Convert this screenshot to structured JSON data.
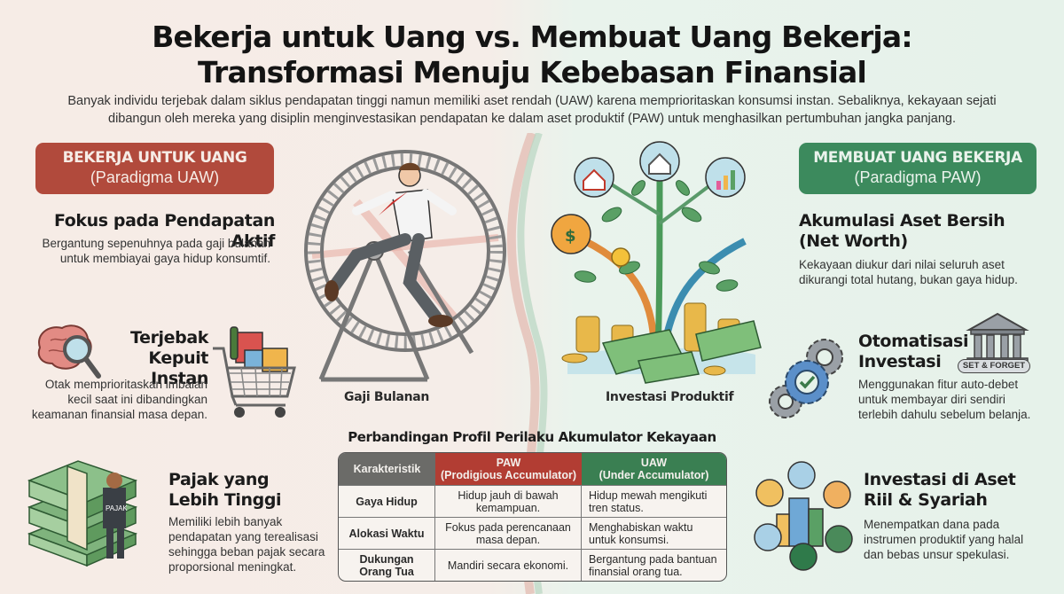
{
  "header": {
    "title_line1": "Bekerja untuk Uang vs. Membuat Uang Bekerja:",
    "title_line2": "Transformasi Menuju Kebebasan Finansial",
    "subtitle_line1": "Banyak individu terjebak dalam siklus pendapatan tinggi namun memiliki aset rendah (UAW) karena memprioritaskan konsumsi instan. Sebaliknya, kekayaan sejati",
    "subtitle_line2": "dibangun oleh mereka yang disiplin menginvestasikan pendapatan ke dalam aset produktif (PAW) untuk menghasilkan pertumbuhan jangka panjang."
  },
  "colors": {
    "uaw_red": "#b14a3c",
    "paw_green": "#3c8a5d",
    "table_grey": "#6b6b68"
  },
  "left": {
    "badge": {
      "title": "BEKERJA UNTUK UANG",
      "subtitle": "(Paradigma UAW)"
    },
    "items": [
      {
        "heading": "Fokus pada Pendapatan Aktif",
        "lines": [
          "Bergantung sepenuhnya pada gaji bulanan",
          "untuk membiayai gaya hidup konsumtif."
        ],
        "icon": "none"
      },
      {
        "heading_line1": "Terjebak",
        "heading_line2": "Kepuit Instan",
        "lines": [
          "Otak memprioritaskan imbalan",
          "kecil saat ini dibandingkan",
          "keamanan finansial masa depan."
        ],
        "icon": "brain-magnifier-icon",
        "icon2": "shopping-cart-icon"
      },
      {
        "heading_line1": "Pajak yang",
        "heading_line2": "Lebih Tinggi",
        "lines": [
          "Memiliki lebih banyak",
          "pendapatan yang terealisasi",
          "sehingga beban pajak secara",
          "proporsional meningkat."
        ],
        "icon": "money-stack-tax-icon",
        "tax_label": "PAJAK"
      }
    ]
  },
  "center": {
    "wheel_caption": "Gaji Bulanan",
    "tree_caption": "Investasi Produktif"
  },
  "right": {
    "badge": {
      "title": "MEMBUAT UANG BEKERJA",
      "subtitle": "(Paradigma PAW)"
    },
    "items": [
      {
        "heading_line1": "Akumulasi Aset Bersih",
        "heading_line2": "(Net Worth)",
        "lines": [
          "Kekayaan diukur dari nilai seluruh aset",
          "dikurangi total hutang, bukan gaya hidup."
        ]
      },
      {
        "heading_line1": "Otomatisasi",
        "heading_line2": "Investasi",
        "lines": [
          "Menggunakan fitur auto-debet",
          "untuk membayar diri sendiri",
          "terlebih dahulu sebelum belanja."
        ],
        "icon": "gears-check-icon",
        "icon2": "bank-icon",
        "tag": "SET & FORGET"
      },
      {
        "heading_line1": "Investasi di Aset",
        "heading_line2": "Riil & Syariah",
        "lines": [
          "Menempatkan dana pada",
          "instrumen produktif yang halal",
          "dan bebas unsur spekulasi."
        ],
        "icon": "asset-cycle-icon"
      }
    ]
  },
  "table": {
    "title": "Perbandingan Profil Perilaku Akumulator Kekayaan",
    "headers": [
      {
        "line1": "Karakteristik",
        "line2": ""
      },
      {
        "line1": "PAW",
        "line2": "(Prodigious Accumulator)"
      },
      {
        "line1": "UAW",
        "line2": "(Under Accumulator)"
      }
    ],
    "rows": [
      {
        "k1": "Gaya Hidup",
        "k2": "",
        "paw1": "Hidup jauh di bawah",
        "paw2": "kemampuan.",
        "uaw1": "Hidup mewah mengikuti",
        "uaw2": "tren status."
      },
      {
        "k1": "Alokasi Waktu",
        "k2": "",
        "paw1": "Fokus pada perencanaan",
        "paw2": "masa depan.",
        "uaw1": "Menghabiskan waktu",
        "uaw2": "untuk konsumsi."
      },
      {
        "k1": "Dukungan",
        "k2": "Orang Tua",
        "paw1": "Mandiri secara ekonomi.",
        "paw2": "",
        "uaw1": "Bergantung pada bantuan",
        "uaw2": "finansial orang tua."
      }
    ]
  }
}
